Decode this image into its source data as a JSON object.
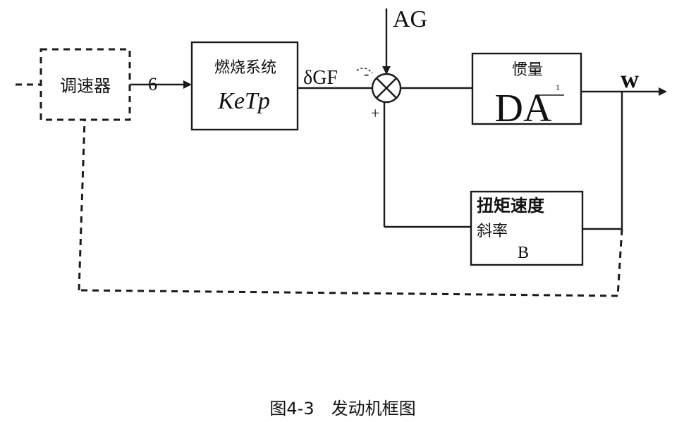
{
  "diagram": {
    "governor_label": "调速器",
    "governor_output": "6",
    "combustion_title": "燃烧系统",
    "combustion_expr": "KeTp",
    "combustion_output": "δGF",
    "disturbance_label": "AG",
    "junction_minus": "-",
    "junction_plus": "+",
    "inertia_title": "惯量",
    "inertia_tick": "1",
    "inertia_expr": "DA",
    "output_label": "w",
    "damping_title": "扭矩速度",
    "damping_subtitle": "斜率",
    "damping_symbol": "B"
  },
  "caption": "图4-3　发动机框图"
}
